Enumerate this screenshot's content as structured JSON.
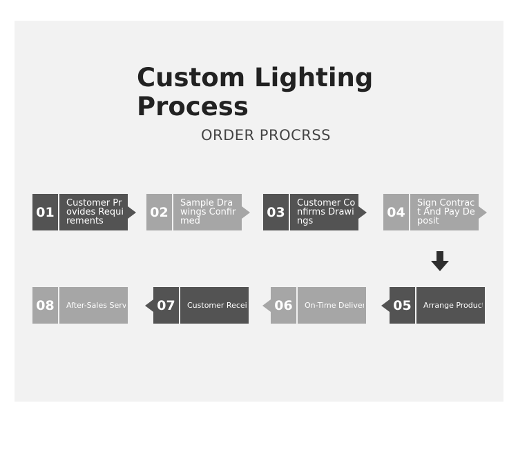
{
  "title": "Custom Lighting Process",
  "subtitle": "ORDER PROCRSS",
  "steps": [
    {
      "num": "01",
      "label": "Customer Provides Requirements"
    },
    {
      "num": "02",
      "label": "Sample Drawings Confirmed"
    },
    {
      "num": "03",
      "label": "Customer Confirms Drawings"
    },
    {
      "num": "04",
      "label": "Sign Contract And Pay Deposit"
    },
    {
      "num": "05",
      "label": "Arrange Production"
    },
    {
      "num": "06",
      "label": "On-Time Delivery"
    },
    {
      "num": "07",
      "label": "Customer Receives Goods"
    },
    {
      "num": "08",
      "label": "After-Sales Service"
    }
  ],
  "icons": {
    "flow_arrow": "arrow-right-icon",
    "flow_arrow_back": "arrow-left-icon",
    "down_arrow": "arrow-down-icon"
  },
  "colors": {
    "dark": "#535353",
    "light": "#a6a6a6",
    "panel": "#f2f2f2",
    "title": "#222222"
  }
}
